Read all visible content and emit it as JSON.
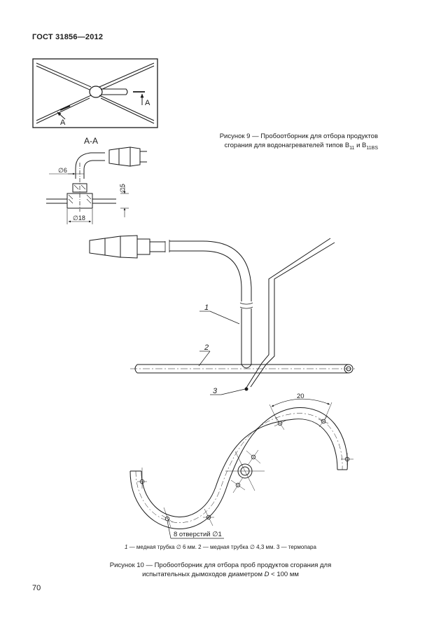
{
  "header": {
    "standard_id": "ГОСТ 31856—2012"
  },
  "figure9": {
    "plan_view": {
      "section_marker_1": "А",
      "section_marker_2": "А"
    },
    "section": {
      "title": "А-А",
      "dim_tube_diameter": "∅6",
      "dim_height": "∅5",
      "dim_base_diameter": "∅18"
    },
    "caption": {
      "line1": "Рисунок 9 — Пробоотборник для отбора продуктов",
      "line2_prefix": "сгорания для водонагревателей типов B",
      "sub1": "11",
      "mid": " и B",
      "sub2": "11BS"
    }
  },
  "figure10": {
    "callout_1": "1",
    "callout_2": "2",
    "callout_3": "3",
    "dim_spacing": "20",
    "holes_note": "8 отверстий ∅1",
    "legend": {
      "n1": "1",
      "t1": " — медная трубка ∅ 6 мм. ",
      "n2": "2",
      "t2": " — медная трубка ∅ 4,3 мм. ",
      "n3": "3",
      "t3": " — термопара"
    },
    "caption": {
      "line1": "Рисунок 10 — Пробоотборник для отбора проб продуктов сгорания для",
      "line2_prefix": "испытательных дымоходов диаметром ",
      "var": "D",
      "line2_suffix": " < 100 мм"
    }
  },
  "page": {
    "number": "70"
  }
}
